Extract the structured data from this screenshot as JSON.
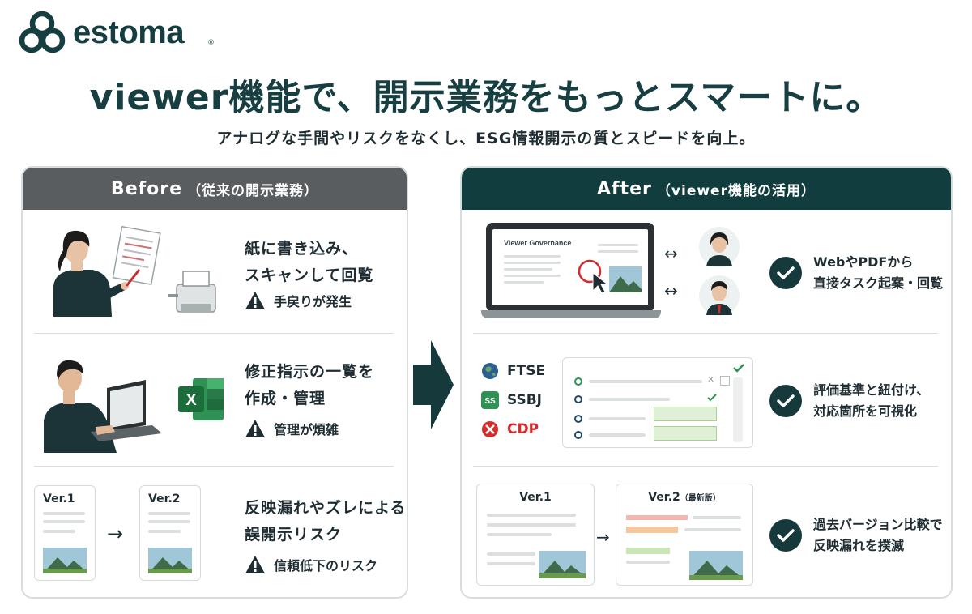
{
  "brand": {
    "name": "estoma",
    "reg": "®",
    "color": "#163d3f"
  },
  "headline": "viewer機能で、開示業務をもっとスマートに。",
  "subline": "アナログな手間やリスクをなくし、ESG情報開示の質とスピードを向上。",
  "before": {
    "title": "Before",
    "subtitle": "（従来の開示業務）",
    "rows": [
      {
        "lines": [
          "紙に書き込み、",
          "スキャンして回覧"
        ],
        "warning": "手戻りが発生"
      },
      {
        "lines": [
          "修正指示の一覧を",
          "作成・管理"
        ],
        "warning": "管理が煩雑"
      },
      {
        "lines": [
          "反映漏れやズレによる",
          "誤開示リスク"
        ],
        "warning": "信頼低下のリスク"
      }
    ],
    "versions": {
      "v1": "Ver.1",
      "v2": "Ver.2"
    }
  },
  "after": {
    "title": "After",
    "subtitle": "（viewer機能の活用）",
    "screen_title": "Viewer Governance",
    "rows": [
      {
        "lines": [
          "WebやPDFから",
          "直接タスク起案・回覧"
        ]
      },
      {
        "lines": [
          "評価基準と紐付け、",
          "対応箇所を可視化"
        ]
      },
      {
        "lines": [
          "過去バージョン比較で",
          "反映漏れを撲滅"
        ]
      }
    ],
    "frameworks": [
      {
        "name": "FTSE",
        "icon": "globe-icon",
        "color": "#1f2d33"
      },
      {
        "name": "SSBJ",
        "icon": "ssbj-logo-icon",
        "color": "#1f2d33",
        "badge": "SS"
      },
      {
        "name": "CDP",
        "icon": "cdp-logo-icon",
        "color": "#d42b2b"
      }
    ],
    "versions": {
      "v1": "Ver.1",
      "v2": "Ver.2",
      "v2_note": "（最新版）"
    }
  },
  "colors": {
    "accent_dark": "#123d3f",
    "before_head": "#595d5f",
    "warning": "#1f2d33",
    "highlight_red": "#d42b2b"
  }
}
